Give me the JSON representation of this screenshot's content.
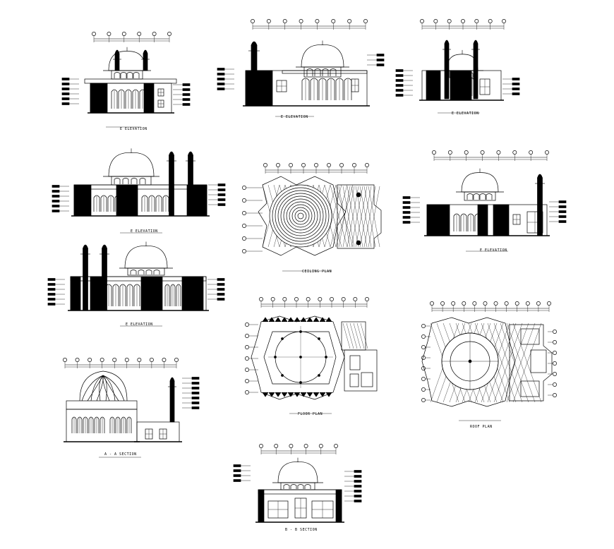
{
  "drawing": {
    "panels": [
      {
        "id": "elev-1",
        "kind": "elevation",
        "caption": "E  ELEVATION"
      },
      {
        "id": "elev-2",
        "kind": "elevation",
        "caption": "E  ELEVATION"
      },
      {
        "id": "elev-3",
        "kind": "elevation",
        "caption": "E  ELEVATION"
      },
      {
        "id": "elev-4",
        "kind": "elevation",
        "caption": "E  ELEVATION"
      },
      {
        "id": "elev-5",
        "kind": "elevation",
        "caption": "E  ELEVATION"
      },
      {
        "id": "elev-6",
        "kind": "elevation",
        "caption": "E  ELEVATION"
      },
      {
        "id": "ceiling-plan",
        "kind": "plan",
        "caption": "CEILING PLAN"
      },
      {
        "id": "floor-plan",
        "kind": "plan",
        "caption": "FLOOR PLAN"
      },
      {
        "id": "roof-plan",
        "kind": "plan",
        "caption": "ROOF PLAN"
      },
      {
        "id": "section-aa",
        "kind": "section",
        "caption": "A - A   SECTION"
      },
      {
        "id": "section-bb",
        "kind": "section",
        "caption": "B - B   SECTION"
      }
    ],
    "ink_color": "#000000",
    "paper_color": "#ffffff"
  }
}
